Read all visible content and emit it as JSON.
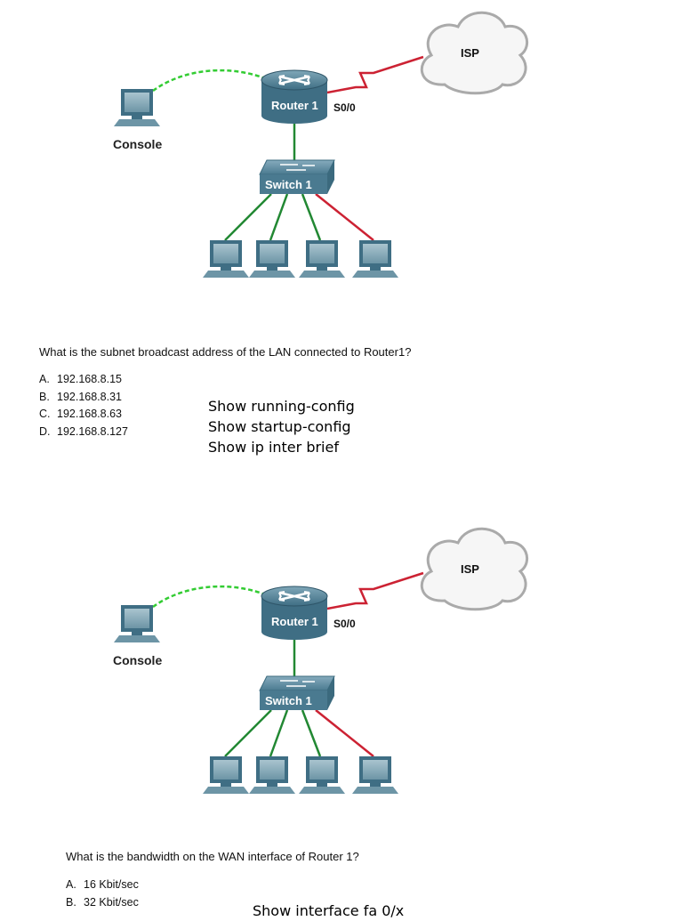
{
  "diagram_1": {
    "isp_label": "ISP",
    "router_label": "Router 1",
    "port_label": "S0/0",
    "switch_label": "Switch 1",
    "console_label": "Console"
  },
  "question_1": {
    "text": "What is the subnet broadcast address of the LAN connected to Router1?",
    "choices": [
      {
        "letter": "A.",
        "text": "192.168.8.15"
      },
      {
        "letter": "B.",
        "text": "192.168.8.31"
      },
      {
        "letter": "C.",
        "text": "192.168.8.63"
      },
      {
        "letter": "D.",
        "text": "192.168.8.127"
      }
    ],
    "notes": [
      "Show running-config",
      "Show startup-config",
      "Show ip inter brief"
    ]
  },
  "diagram_2": {
    "isp_label": "ISP",
    "router_label": "Router 1",
    "port_label": "S0/0",
    "switch_label": "Switch 1",
    "console_label": "Console"
  },
  "question_2": {
    "text": "What is the bandwidth on the WAN interface of Router 1?",
    "choices": [
      {
        "letter": "A.",
        "text": "16 Kbit/sec"
      },
      {
        "letter": "B.",
        "text": "32 Kbit/sec"
      }
    ],
    "notes": [
      "Show interface fa 0/x"
    ]
  },
  "colors": {
    "console_link": "#33cc33",
    "wan_link": "#cc2233",
    "lan_link": "#228833",
    "red_lan_link": "#cc2233",
    "device_blue": "#5b8aa0"
  }
}
